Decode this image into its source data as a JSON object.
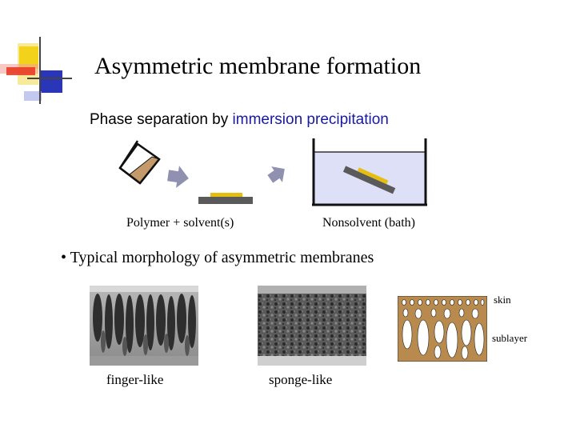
{
  "slide": {
    "title": "Asymmetric membrane formation",
    "subtitle_prefix": "Phase separation by ",
    "subtitle_highlight": "immersion precipitation",
    "label_polymer": "Polymer + solvent(s)",
    "label_nonsolvent": "Nonsolvent (bath)",
    "bullet": "• Typical morphology of asymmetric membranes",
    "label_finger": "finger-like",
    "label_sponge": "sponge-like",
    "label_skin": "skin",
    "label_sublayer": "sublayer"
  },
  "colors": {
    "accent_yellow": "#f2d21a",
    "accent_red": "#e8341c",
    "accent_blue": "#2a36b8",
    "highlight_text": "#1a1aa0",
    "bath_fill": "#dde0f6",
    "film_yellow": "#e6be10",
    "plate_gray": "#5a5a5a",
    "porous_brown": "#b88a4e"
  }
}
